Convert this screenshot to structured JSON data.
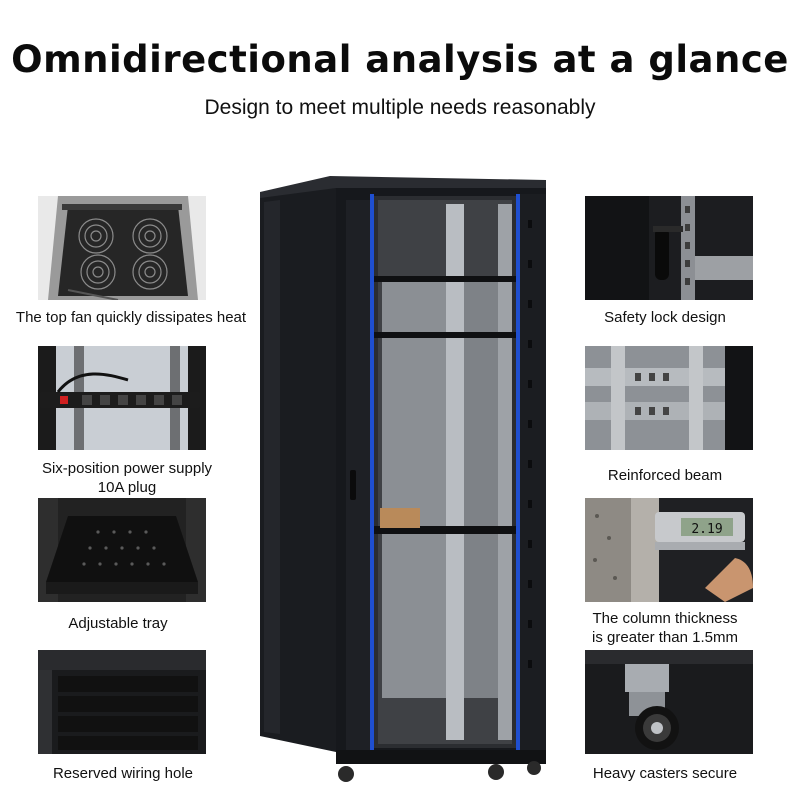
{
  "header": {
    "title": "Omnidirectional analysis at a glance",
    "subtitle": "Design to meet multiple needs reasonably"
  },
  "features_left": [
    {
      "icon": "top-fan-photo",
      "label": "The top fan quickly dissipates heat"
    },
    {
      "icon": "power-strip-photo",
      "label_line1": "Six-position power supply",
      "label_line2": "10A plug"
    },
    {
      "icon": "tray-photo",
      "label": "Adjustable tray"
    },
    {
      "icon": "wiring-hole-photo",
      "label": "Reserved wiring hole"
    }
  ],
  "features_right": [
    {
      "icon": "lock-photo",
      "label": "Safety lock design"
    },
    {
      "icon": "beam-photo",
      "label": "Reinforced beam"
    },
    {
      "icon": "caliper-photo",
      "label_line1": "The column thickness",
      "label_line2": "is greater than 1.5mm",
      "caliper_reading": "2.19"
    },
    {
      "icon": "caster-photo",
      "label": "Heavy casters secure"
    }
  ],
  "colors": {
    "cabinet": "#15171b",
    "trim": "#1f4fd0",
    "background": "#ffffff"
  }
}
